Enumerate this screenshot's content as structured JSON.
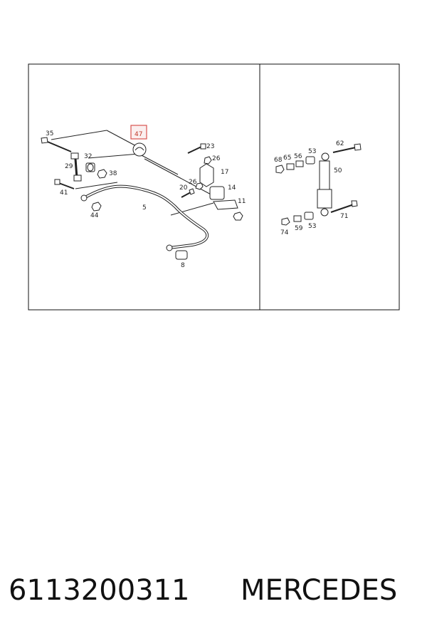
{
  "diagram": {
    "left_panel_callouts": {
      "c35": "35",
      "c47": "47",
      "c23": "23",
      "c26a": "26",
      "c32": "32",
      "c29": "29",
      "c38": "38",
      "c17": "17",
      "c41": "41",
      "c20": "20",
      "c26b": "26",
      "c14": "14",
      "c11": "11",
      "c5": "5",
      "c44": "44",
      "c8": "8"
    },
    "right_panel_callouts": {
      "c62": "62",
      "c68": "68",
      "c65": "65",
      "c56": "56",
      "c53a": "53",
      "c50": "50",
      "c71": "71",
      "c74": "74",
      "c59": "59",
      "c53b": "53"
    },
    "highlight_color": "#d9534f"
  },
  "footer": {
    "part_number": "6113200311",
    "brand": "MERCEDES"
  }
}
